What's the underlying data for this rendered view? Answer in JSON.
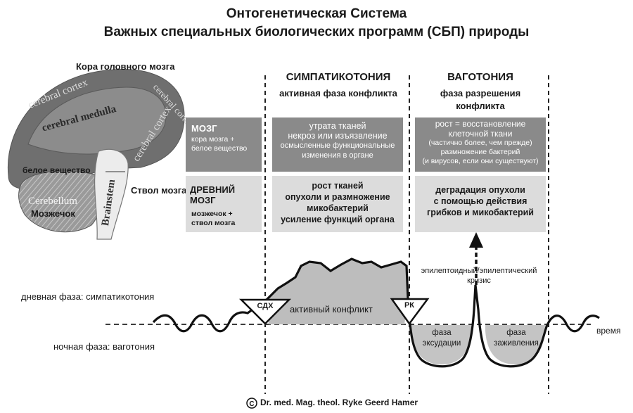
{
  "title": {
    "line1": "Онтогенетическая Система",
    "line2": "Важных специальных биологических программ (СБП) природы"
  },
  "brain": {
    "cortex_ru": "Кора головного мозга",
    "cortex_en_1": "cerebral cortex",
    "medulla_en": "cerebral medulla",
    "cortex_en_2": "cerebral cortex",
    "cortex_en_3": "cerebral cortex",
    "white_matter_ru": "белое вещество",
    "brainstem_en": "Brainstem",
    "brainstem_ru": "Ствол мозга",
    "cerebellum_en": "Cerebellum",
    "cerebellum_ru": "Мозжечок"
  },
  "phases": {
    "sympathicotonia": {
      "title": "СИМПАТИКОТОНИЯ",
      "subtitle": "активная фаза конфликта"
    },
    "vagotonia": {
      "title": "ВАГОТОНИЯ",
      "subtitle_1": "фаза разрешения",
      "subtitle_2": "конфликта"
    }
  },
  "rows": {
    "brain": {
      "head": "МОЗГ",
      "sub_1": "кора мозга +",
      "sub_2": "белое вещество"
    },
    "old_brain": {
      "head": "ДРЕВНИЙ МОЗГ",
      "sub_1": "мозжечок +",
      "sub_2": "ствол мозга"
    }
  },
  "cells": {
    "brain_active": [
      "утрата тканей",
      "некроз или изъязвление",
      "осмысленные функциональные",
      "изменения в органе"
    ],
    "brain_healing": [
      "рост = восстановление",
      "клеточной ткани",
      "(частично более, чем прежде)",
      "размножение бактерий",
      "(и вирусов, если они существуют)"
    ],
    "old_active": [
      "рост тканей",
      "опухоли и размножение",
      "микобактерий",
      "усиление функций органа"
    ],
    "old_healing": [
      "деградация опухоли",
      "с помощью действия",
      "грибков и микобактерий"
    ]
  },
  "curve": {
    "day_phase": "дневная фаза: симпатикотония",
    "night_phase": "ночная фаза: ваготония",
    "time": "время",
    "cs_marker": "СДХ",
    "cl_marker": "РК",
    "active_conflict": "активный конфликт",
    "crisis_1": "эпилептоидный/эпилептический",
    "crisis_2": "кризис",
    "exudation_1": "фаза",
    "exudation_2": "эксудации",
    "healing_1": "фаза",
    "healing_2": "заживления"
  },
  "credit": "Dr. med. Mag. theol. Ryke Geerd Hamer"
}
